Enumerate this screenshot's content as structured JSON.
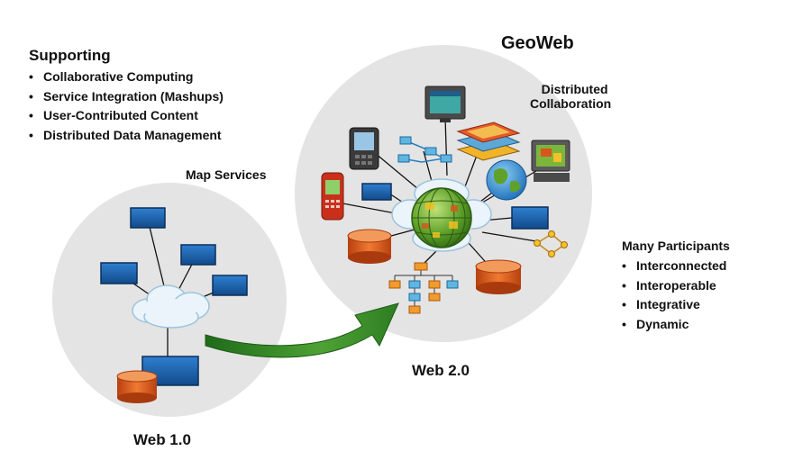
{
  "supporting": {
    "heading": "Supporting",
    "items": [
      "Collaborative Computing",
      "Service Integration (Mashups)",
      "User-Contributed Content",
      "Distributed Data Management"
    ]
  },
  "geoweb_title": "GeoWeb",
  "distributed_collaboration": {
    "line1": "Distributed",
    "line2": "Collaboration"
  },
  "map_services_label": "Map Services",
  "many_participants": {
    "heading": "Many Participants",
    "items": [
      "Interconnected",
      "Interoperable",
      "Integrative",
      "Dynamic"
    ]
  },
  "web2_label": "Web 2.0",
  "web1_label": "Web 1.0",
  "colors": {
    "circle_fill": "#e4e4e4",
    "monitor_blue": "#1c5fa8",
    "database_orange": "#d9541e",
    "arrow_green": "#3f8f2c",
    "cloud_fill": "#eaf4fa",
    "cloud_stroke": "#9cc3dc",
    "globe_green": "#6aab2e"
  }
}
